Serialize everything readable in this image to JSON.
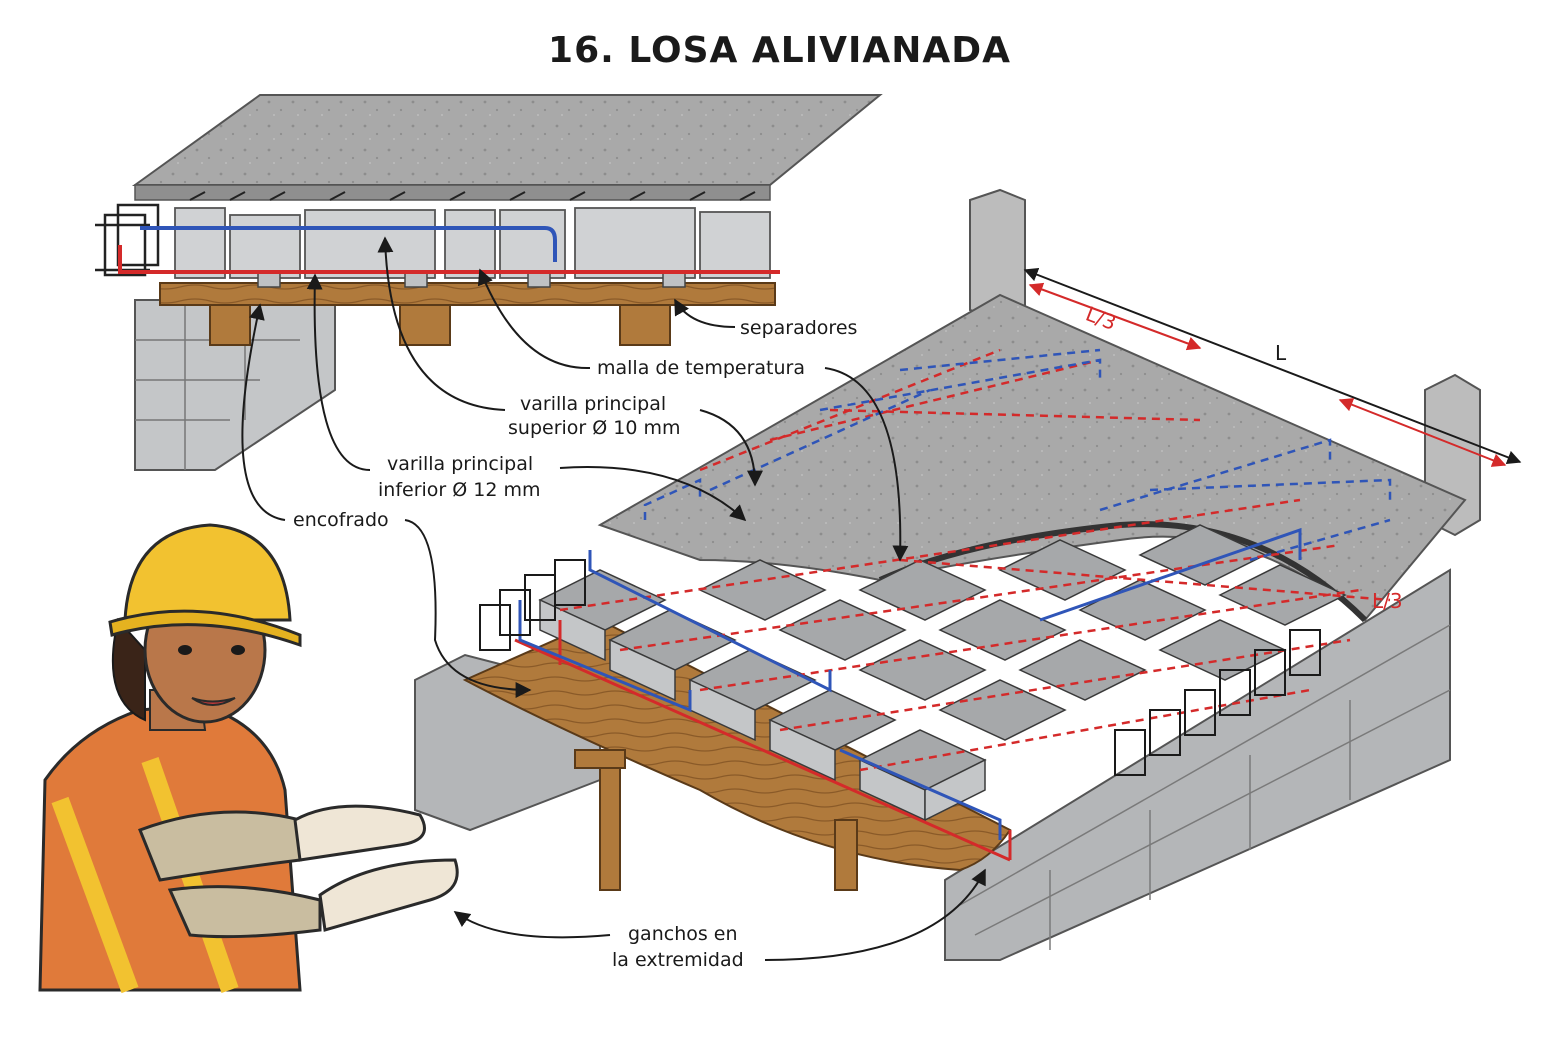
{
  "title": "16. LOSA ALIVIANADA",
  "labels": {
    "separadores": "separadores",
    "malla": "malla de temperatura",
    "superior_1": "varilla principal",
    "superior_2": "superior Ø 10 mm",
    "inferior_1": "varilla principal",
    "inferior_2": "inferior Ø 12 mm",
    "encofrado": "encofrado",
    "ganchos_1": "ganchos en",
    "ganchos_2": "la extremidad"
  },
  "dimensions": {
    "span": "L",
    "third_left": "L/3",
    "third_right": "L/3"
  },
  "colors": {
    "rebar_top": "#2f55b8",
    "rebar_bottom": "#d42a2a",
    "concrete": "#a9a9a9",
    "block": "#b4b6b8",
    "formwork": "#b07a3c",
    "helmet": "#f2c230",
    "skin": "#b9774a"
  },
  "icons": [
    "worker-figure-icon",
    "hard-hat-icon"
  ]
}
